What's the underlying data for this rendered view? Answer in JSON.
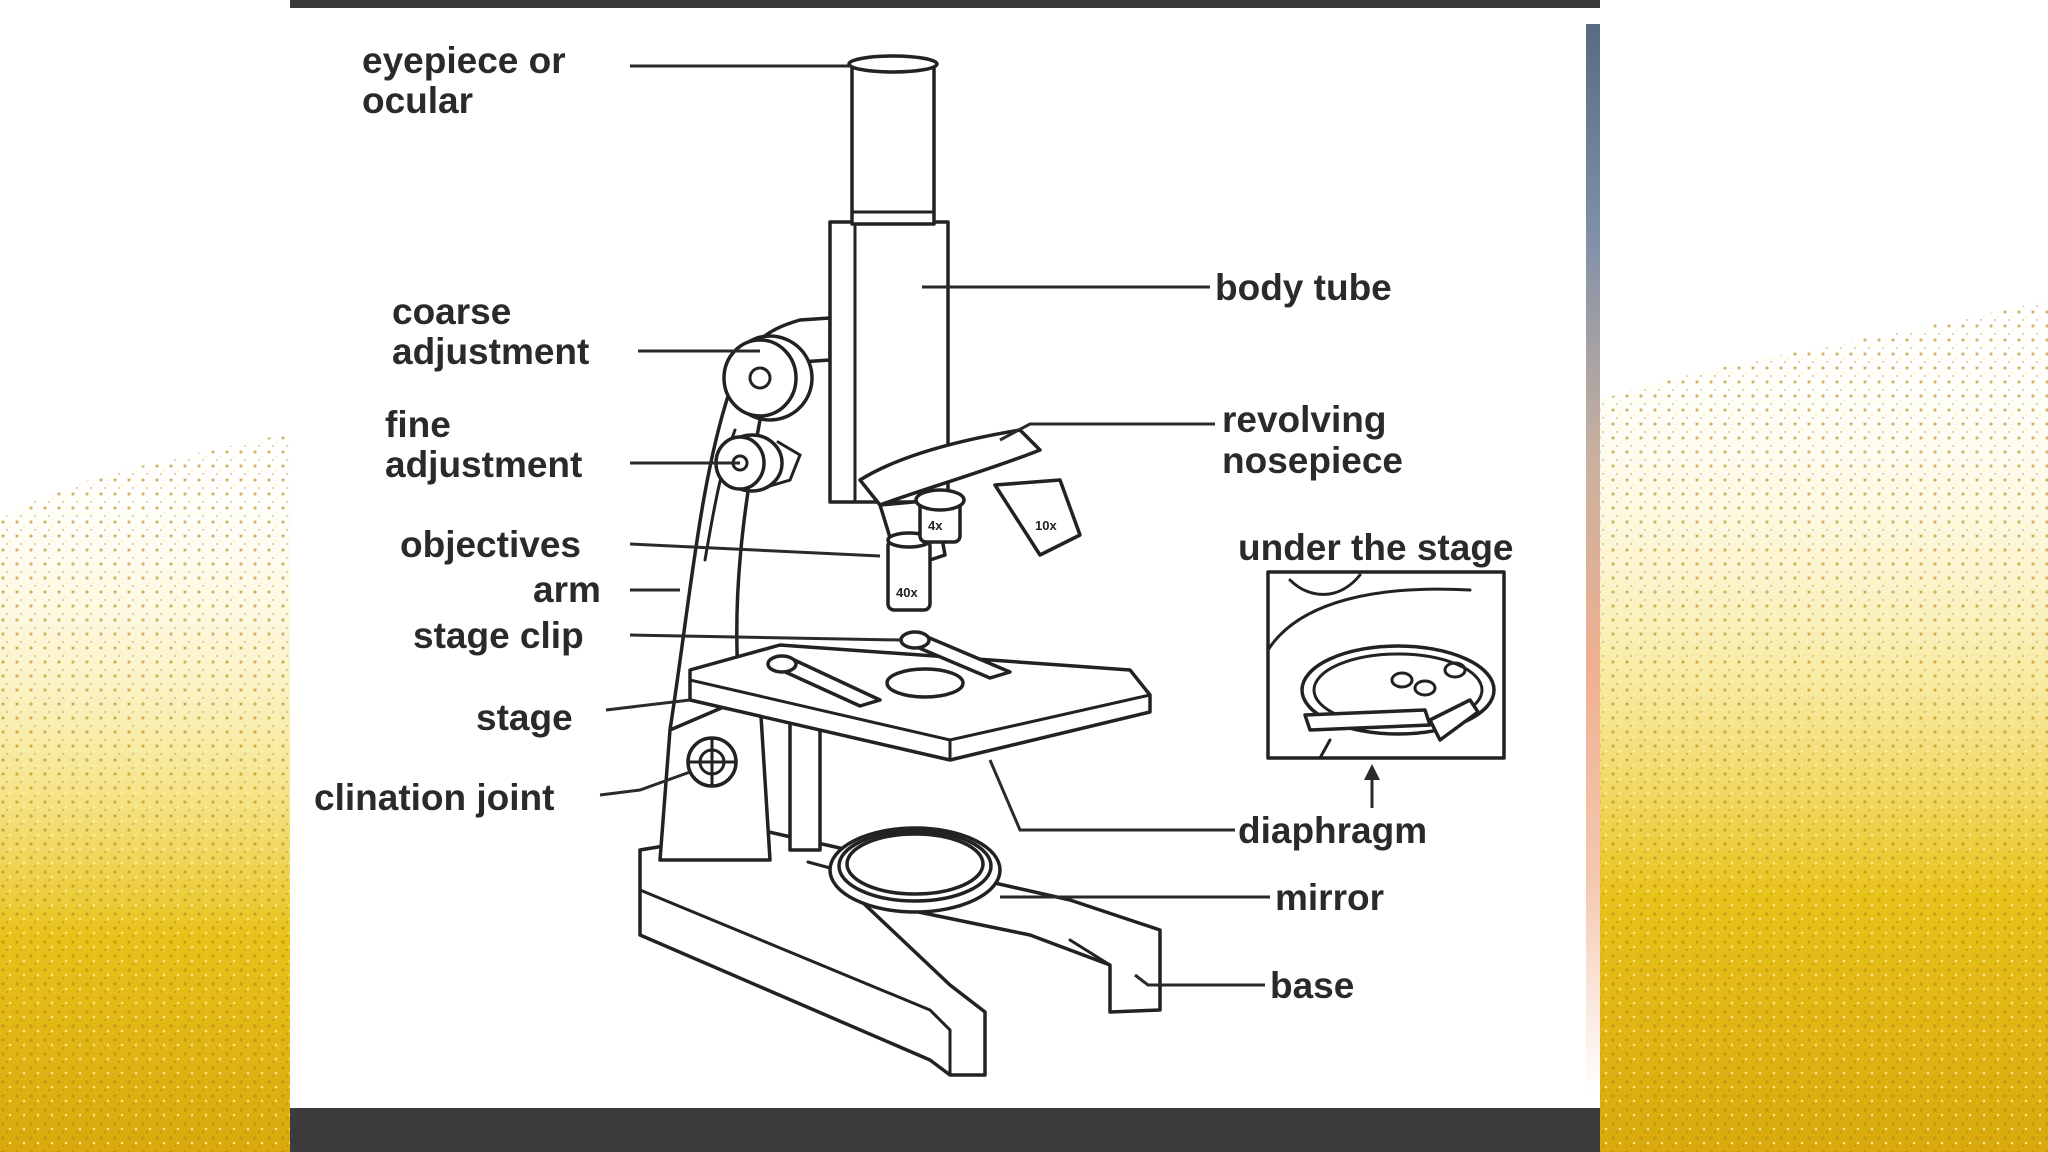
{
  "labels": {
    "eyepiece_line1": "eyepiece or",
    "eyepiece_line2": "ocular",
    "body_tube": "body tube",
    "coarse_line1": "coarse",
    "coarse_line2": "adjustment",
    "fine_line1": "fine",
    "fine_line2": "adjustment",
    "revolving_line1": "revolving",
    "revolving_line2": "nosepiece",
    "objectives": "objectives",
    "arm": "arm",
    "under_stage": "under the stage",
    "stage_clip": "stage clip",
    "stage": "stage",
    "inclination_joint": "clination joint",
    "diaphragm": "diaphragm",
    "mirror": "mirror",
    "base": "base"
  },
  "objective_marks": {
    "low": "4x",
    "mid": "10x",
    "high": "40x"
  },
  "colors": {
    "background_glitter": "#e8c21a",
    "line": "#2a2a2a",
    "frame_bar": "#3c3c3c"
  }
}
